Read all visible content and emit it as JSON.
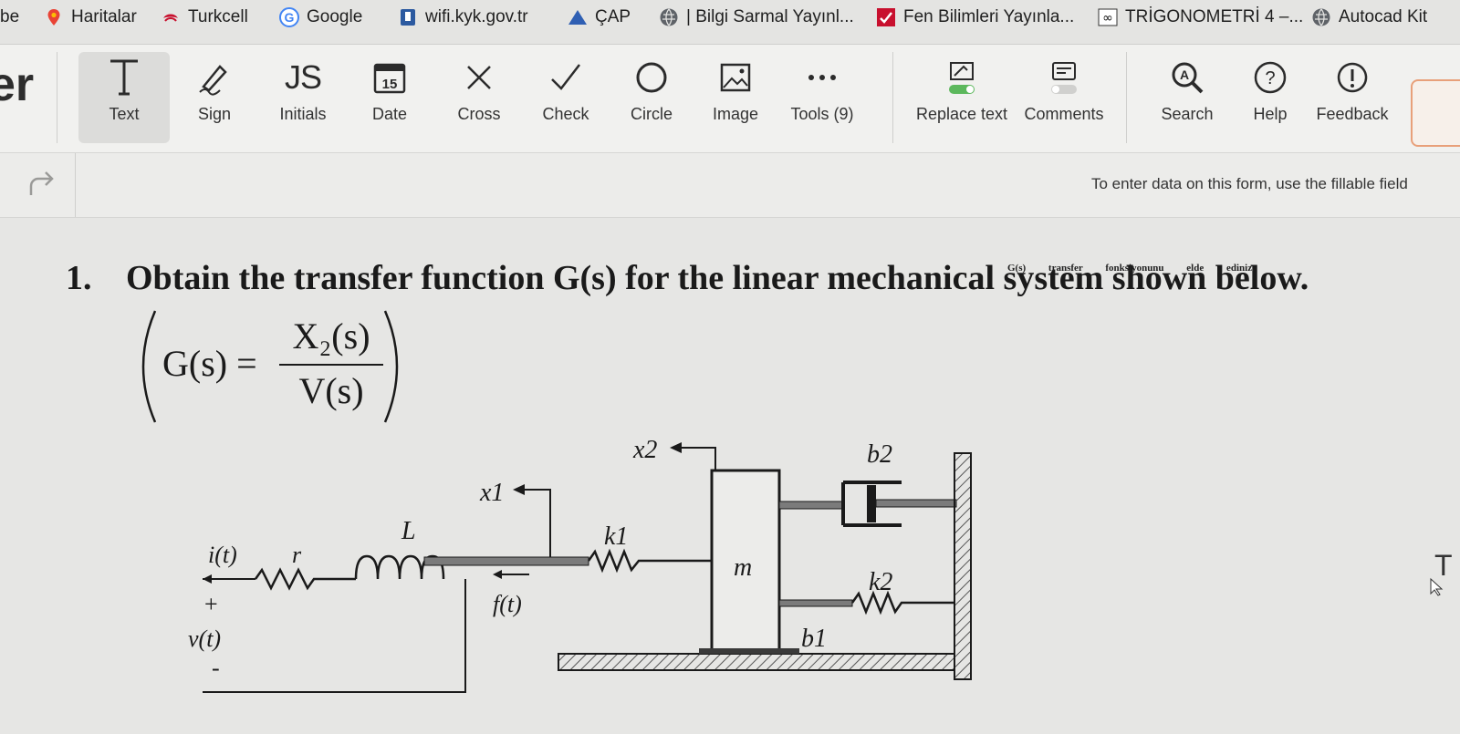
{
  "bookmarks": [
    {
      "label": "be",
      "icon": "partial-icon"
    },
    {
      "label": "Haritalar",
      "icon": "maps-pin-icon"
    },
    {
      "label": "Turkcell",
      "icon": "turkcell-icon"
    },
    {
      "label": "Google",
      "icon": "google-icon"
    },
    {
      "label": "wifi.kyk.gov.tr",
      "icon": "kyk-icon"
    },
    {
      "label": "ÇAP",
      "icon": "triangle-icon"
    },
    {
      "label": "| Bilgi Sarmal Yayınl...",
      "icon": "globe-icon"
    },
    {
      "label": "Fen Bilimleri Yayınla...",
      "icon": "fen-icon"
    },
    {
      "label": "TRİGONOMETRİ 4 –...",
      "icon": "infinity-icon"
    },
    {
      "label": "Autocad Kit",
      "icon": "globe-icon"
    }
  ],
  "toolbar": {
    "app_letter": "er",
    "tools": [
      {
        "label": "Text",
        "icon": "text-icon"
      },
      {
        "label": "Sign",
        "icon": "sign-icon"
      },
      {
        "label": "Initials",
        "icon": "initials-icon",
        "glyph": "JS"
      },
      {
        "label": "Date",
        "icon": "calendar-icon",
        "glyph": "15"
      },
      {
        "label": "Cross",
        "icon": "cross-icon"
      },
      {
        "label": "Check",
        "icon": "check-icon"
      },
      {
        "label": "Circle",
        "icon": "circle-icon"
      },
      {
        "label": "Image",
        "icon": "image-icon"
      },
      {
        "label": "Tools (9)",
        "icon": "more-icon"
      },
      {
        "label": "Replace text",
        "icon": "replace-text-icon"
      },
      {
        "label": "Comments",
        "icon": "comments-icon"
      },
      {
        "label": "Search",
        "icon": "search-icon"
      },
      {
        "label": "Help",
        "icon": "help-icon"
      },
      {
        "label": "Feedback",
        "icon": "feedback-icon"
      }
    ]
  },
  "subbar": {
    "redo_icon": "redo-icon",
    "notice": "To enter data on this form, use the fillable field"
  },
  "document": {
    "question_number": "1.",
    "question_text": "Obtain the transfer function G(s) for the linear mechanical system shown below.",
    "overlay_text": "G(s) transfer fonksiyonunu elde ediniz.",
    "formula": {
      "lhs": "G(s) =",
      "numerator": "X₂(s)",
      "denominator": "V(s)"
    },
    "diagram_labels": {
      "x1": "x1",
      "x2": "x2",
      "L": "L",
      "r": "r",
      "i": "i(t)",
      "plus": "+",
      "v": "v(t)",
      "minus": "-",
      "f": "f(t)",
      "k1": "k1",
      "m": "m",
      "k2": "k2",
      "b1": "b1",
      "b2": "b2"
    },
    "edge_glyph": "T"
  }
}
